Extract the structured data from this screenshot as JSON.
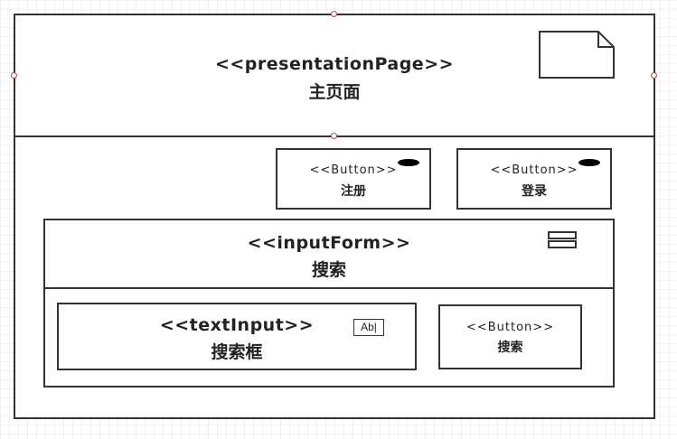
{
  "page": {
    "stereotype": "<<presentationPage>>",
    "name": "主页面"
  },
  "buttons": [
    {
      "stereotype": "<<Button>>",
      "label": "注册"
    },
    {
      "stereotype": "<<Button>>",
      "label": "登录"
    }
  ],
  "input_form": {
    "stereotype": "<<inputForm>>",
    "name": "搜索",
    "text_input": {
      "stereotype": "<<textInput>>",
      "name": "搜索框",
      "icon_text": "Ab|"
    },
    "button": {
      "stereotype": "<<Button>>",
      "label": "搜索"
    }
  },
  "icons": {
    "page": "page-icon",
    "button": "button-pill-icon",
    "form": "form-icon",
    "text_input": "text-input-icon"
  }
}
